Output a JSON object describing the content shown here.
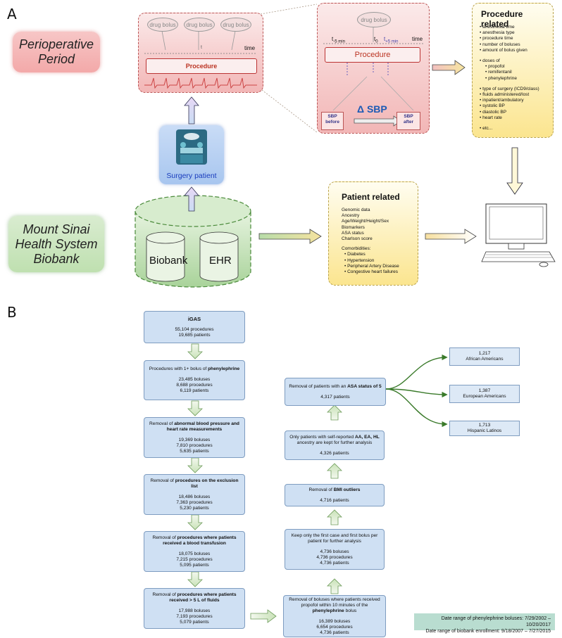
{
  "panelA": {
    "letter": "A",
    "perioperative_label": "Perioperative\nPeriod",
    "msh_label": "Mount Sinai\nHealth System\nBiobank",
    "timeline": {
      "boluses": [
        "drug bolus",
        "drug bolus",
        "drug bolus"
      ],
      "t0": "t",
      "time_label": "time",
      "procedure": "Procedure"
    },
    "zoom": {
      "bolus": "drug bolus",
      "t_minus": "t",
      "t_minus_sub": "-5 min",
      "t_zero": "t",
      "t_zero_sub": "0",
      "t_plus": "t",
      "t_plus_sub": "+5 min",
      "time_label": "time",
      "procedure": "Procedure",
      "sbp_before": "SBP\nbefore",
      "delta_sbp": "Δ SBP",
      "sbp_after": "SBP\nafter"
    },
    "surgery_patient": "Surgery patient",
    "biobank": "Biobank",
    "ehr": "EHR",
    "procedure_related": {
      "title": "Procedure related",
      "items1": [
        "anesthesia time",
        "anesthesia type",
        "procedure time",
        "number of boluses",
        "amount of bolus given"
      ],
      "doses_label": "doses of",
      "doses": [
        "propofol",
        "remifentanil",
        "phenylephrine"
      ],
      "items2": [
        "type of surgery (ICD9/class)",
        "fluids administered/lost",
        "inpatient/ambulatory",
        "systolic BP",
        "diastolic BP",
        "heart rate"
      ],
      "etc": "etc..."
    },
    "patient_related": {
      "title": "Patient related",
      "items": [
        "Genomic data",
        "Ancestry",
        "Age/Weight/Height/Sex",
        "Biomarkers",
        "ASA status",
        "Charlson score"
      ],
      "comorb_label": "Comorbidities:",
      "comorbidities": [
        "Diabetes",
        "Hypertension",
        "Peripheral Artery Disease",
        "Congestive heart failures"
      ]
    }
  },
  "panelB": {
    "letter": "B",
    "left": [
      {
        "title": "iGAS",
        "lines": [
          "55,104 procedures",
          "19,685 patients"
        ]
      },
      {
        "title": "Procedures with 1+ bolus of phenylephrine",
        "lines": [
          "23,485 boluses",
          "8,688 procedures",
          "6,119 patients"
        ]
      },
      {
        "title": "Removal of abnormal blood pressure and heart rate measurements",
        "lines": [
          "19,369 boluses",
          "7,810 procedures",
          "5,635 patients"
        ]
      },
      {
        "title": "Removal of procedures on the exclusion list",
        "lines": [
          "18,486 boluses",
          "7,363 procedures",
          "5,230 patients"
        ]
      },
      {
        "title": "Removal of procedures where patients received a blood transfusion",
        "lines": [
          "18,075 boluses",
          "7,215 procedures",
          "5,095 patients"
        ]
      },
      {
        "title": "Removal of procedures where patients received > 5 L of fluids",
        "lines": [
          "17,988 boluses",
          "7,193 procedures",
          "5,079 patients"
        ]
      }
    ],
    "right": [
      {
        "title": "Removal of boluses where patients received propofol within 10 minutes of the phenylephrine bolus",
        "lines": [
          "16,389 boluses",
          "6,654 procedures",
          "4,736 patients"
        ]
      },
      {
        "title": "Keep only the first case and first bolus per patient for further analysis",
        "lines": [
          "4,736 boluses",
          "4,736 procedures",
          "4,736 patients"
        ]
      },
      {
        "title": "Removal of BMI outliers",
        "lines": [
          "4,716 patients"
        ]
      },
      {
        "title": "Only patients with self-reported AA, EA, HL ancestry are kept for further analysis",
        "lines": [
          "4,326 patients"
        ]
      },
      {
        "title": "Removal of patients with an ASA status of 5",
        "lines": [
          "4,317 patients"
        ]
      }
    ],
    "outcomes": [
      {
        "count": "1,217",
        "group": "African Americans"
      },
      {
        "count": "1,387",
        "group": "European Americans"
      },
      {
        "count": "1,713",
        "group": "Hispanic Latinos"
      }
    ],
    "dates": [
      "Date range of phenylephrine boluses: 7/29/2002 – 10/20/2017",
      "Date range of biobank enrollment: 9/18/2007 –  7/27/2015"
    ]
  }
}
